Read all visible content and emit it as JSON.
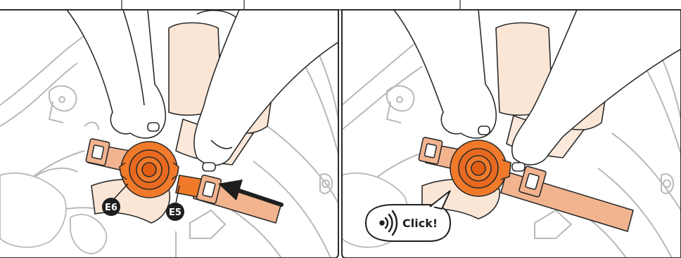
{
  "figure": {
    "panels": [
      {
        "id": "left",
        "callouts": [
          {
            "label": "E6"
          },
          {
            "label": "E5"
          }
        ],
        "arrow": "insert-direction"
      },
      {
        "id": "right",
        "bubble": {
          "text": "Click!",
          "icon": "sound-waves-icon"
        }
      }
    ],
    "colors": {
      "line": "#2b2b2b",
      "light_line": "#b8b8b8",
      "strap": "#f2b48f",
      "strap_dark": "#e1926a",
      "buckle": "#f07a2a",
      "buckle_dark": "#e05d12",
      "cushion": "#fbe6d6",
      "callout": "#1e1e1e"
    }
  }
}
